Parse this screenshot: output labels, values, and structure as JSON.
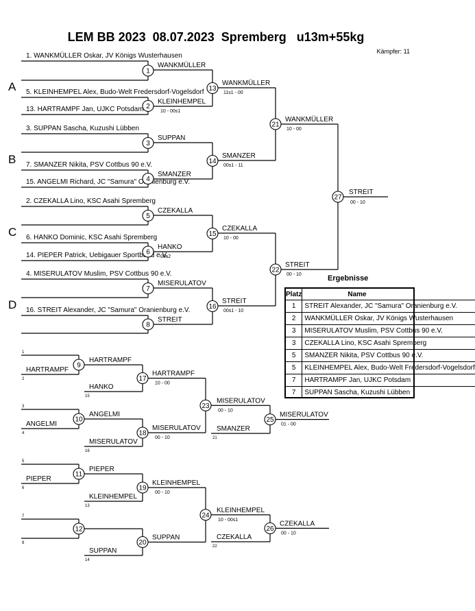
{
  "header": {
    "title": "LEM BB 2023  08.07.2023  Spremberg   u13m+55kg",
    "fighters": "Kämpfer: 11"
  },
  "pools": [
    "A",
    "B",
    "C",
    "D"
  ],
  "entries": [
    "1. WANKMÜLLER Oskar, JV Königs Wusterhausen",
    "5. KLEINHEMPEL Alex, Budo-Welt Fredersdorf-Vogelsdorf",
    "13. HARTRAMPF Jan, UJKC Potsdam",
    "3. SUPPAN Sascha, Kuzushi Lübben",
    "7. SMANZER Nikita, PSV Cottbus 90 e.V.",
    "15. ANGELMI Richard, JC \"Samura\" Oranienburg e.V.",
    "2. CZEKALLA Lino, KSC Asahi Spremberg",
    "6. HANKO Dominic, KSC Asahi Spremberg",
    "14. PIEPER Patrick, Uebigauer Sportbund e.V.",
    "4. MISERULATOV Muslim, PSV Cottbus 90 e.V.",
    "16. STREIT Alexander, JC \"Samura\" Oranienburg e.V."
  ],
  "matches": [
    {
      "n": "1",
      "winner": "WANKMÜLLER",
      "score": ""
    },
    {
      "n": "2",
      "winner": "KLEINHEMPEL",
      "score": "10 - 00s1"
    },
    {
      "n": "3",
      "winner": "SUPPAN",
      "score": ""
    },
    {
      "n": "4",
      "winner": "SMANZER",
      "score": ""
    },
    {
      "n": "5",
      "winner": "CZEKALLA",
      "score": ""
    },
    {
      "n": "6",
      "winner": "HANKO",
      "score": "00s2"
    },
    {
      "n": "7",
      "winner": "MISERULATOV",
      "score": ""
    },
    {
      "n": "8",
      "winner": "STREIT",
      "score": ""
    },
    {
      "n": "13",
      "winner": "WANKMÜLLER",
      "score": "11s1 - 00"
    },
    {
      "n": "14",
      "winner": "SMANZER",
      "score": "00s1 - 11"
    },
    {
      "n": "15",
      "winner": "CZEKALLA",
      "score": "10 - 00"
    },
    {
      "n": "16",
      "winner": "STREIT",
      "score": "00s1 - 10"
    },
    {
      "n": "21",
      "winner": "WANKMÜLLER",
      "score": "10 - 00"
    },
    {
      "n": "22",
      "winner": "STREIT",
      "score": "00 - 10"
    },
    {
      "n": "27",
      "winner": "STREIT",
      "score": "00 - 10"
    }
  ],
  "repechage": {
    "entries": [
      {
        "seed": "1",
        "name": ""
      },
      {
        "seed": "2",
        "name": "HARTRAMPF"
      },
      {
        "seed": "3",
        "name": ""
      },
      {
        "seed": "4",
        "name": "ANGELMI"
      },
      {
        "seed": "5",
        "name": ""
      },
      {
        "seed": "6",
        "name": "PIEPER"
      },
      {
        "seed": "7",
        "name": ""
      },
      {
        "seed": "8",
        "name": ""
      }
    ],
    "matches": [
      {
        "n": "9",
        "winner": "HARTRAMPF",
        "score": ""
      },
      {
        "n": "10",
        "winner": "ANGELMI",
        "score": ""
      },
      {
        "n": "11",
        "winner": "PIEPER",
        "score": ""
      },
      {
        "n": "12",
        "winner": "",
        "score": ""
      },
      {
        "n": "17",
        "winner": "HARTRAMPF",
        "score": "10 - 00"
      },
      {
        "n": "18",
        "winner": "MISERULATOV",
        "score": "00 - 10"
      },
      {
        "n": "19",
        "winner": "KLEINHEMPEL",
        "score": "00 - 10"
      },
      {
        "n": "20",
        "winner": "SUPPAN",
        "score": ""
      },
      {
        "n": "23",
        "winner": "MISERULATOV",
        "score": "00 - 10"
      },
      {
        "n": "24",
        "winner": "KLEINHEMPEL",
        "score": "10 - 00s1"
      },
      {
        "n": "25",
        "winner": "MISERULATOV",
        "score": "01 - 00"
      },
      {
        "n": "26",
        "winner": "CZEKALLA",
        "score": "00 - 10"
      }
    ],
    "losers": [
      {
        "seed": "15",
        "name": "HANKO"
      },
      {
        "seed": "16",
        "name": "MISERULATOV"
      },
      {
        "seed": "13",
        "name": "KLEINHEMPEL"
      },
      {
        "seed": "14",
        "name": "SUPPAN"
      },
      {
        "seed": "21",
        "name": "SMANZER"
      },
      {
        "seed": "22",
        "name": "CZEKALLA"
      }
    ]
  },
  "results": {
    "heading": "Ergebnisse",
    "col_place": "Platz",
    "col_name": "Name",
    "rows": [
      {
        "place": "1",
        "name": "STREIT Alexander, JC \"Samura\" Oranienburg e.V."
      },
      {
        "place": "2",
        "name": "WANKMÜLLER Oskar, JV Königs Wusterhausen"
      },
      {
        "place": "3",
        "name": "MISERULATOV Muslim, PSV Cottbus 90 e.V."
      },
      {
        "place": "3",
        "name": "CZEKALLA Lino, KSC Asahi Spremberg"
      },
      {
        "place": "5",
        "name": "SMANZER Nikita, PSV Cottbus 90 e.V."
      },
      {
        "place": "5",
        "name": "KLEINHEMPEL Alex, Budo-Welt Fredersdorf-Vogelsdorf"
      },
      {
        "place": "7",
        "name": "HARTRAMPF Jan, UJKC Potsdam"
      },
      {
        "place": "7",
        "name": "SUPPAN Sascha, Kuzushi Lübben"
      }
    ]
  }
}
